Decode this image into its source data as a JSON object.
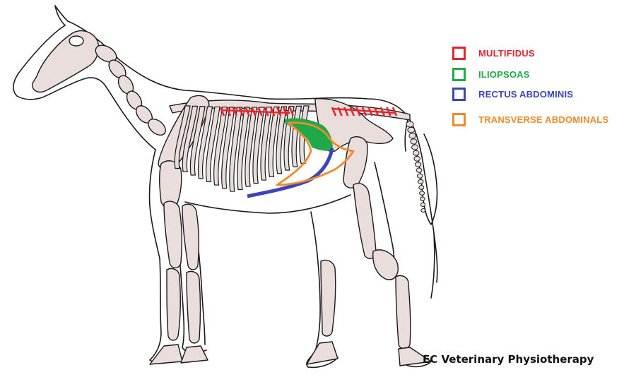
{
  "legend": {
    "items": [
      {
        "label": "MULTIFIDUS",
        "color": "#e0262f"
      },
      {
        "label": "ILIOPSOAS",
        "color": "#1fa94a"
      },
      {
        "label": "RECTUS ABDOMINIS",
        "color": "#3d44b8"
      },
      {
        "label": "TRANSVERSE ABDOMINALS",
        "color": "#f08a2c"
      }
    ]
  },
  "credit": "EC Veterinary Physiotherapy",
  "colors": {
    "bone_fill": "#e9dedc",
    "outline": "#1a1a1a"
  },
  "rib_count": 17,
  "tail_vertebra_count": 16
}
